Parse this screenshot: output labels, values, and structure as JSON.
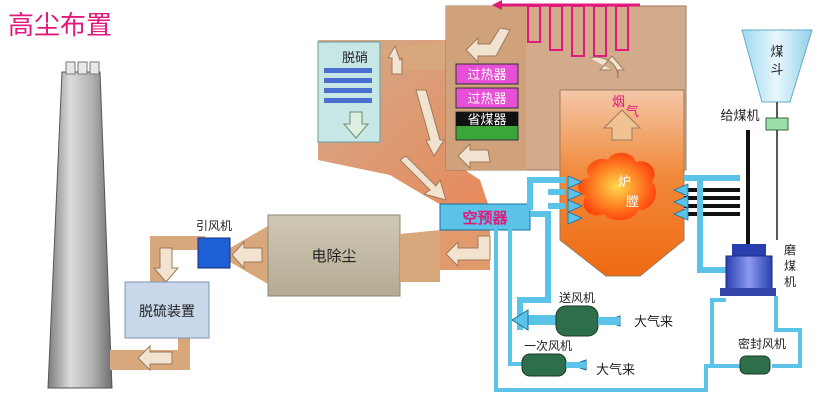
{
  "title": "高尘布置",
  "labels": {
    "denitration": "脱硝",
    "superheater_1": "过热器",
    "superheater_2": "过热器",
    "economizer": "省煤器",
    "flue_gas_1": "烟",
    "flue_gas_2": "气",
    "furnace_1": "炉",
    "furnace_2": "膛",
    "air_preheater": "空预器",
    "esp": "电除尘",
    "id_fan": "引风机",
    "fgd": "脱硫装置",
    "coal_hopper_1": "煤",
    "coal_hopper_2": "斗",
    "coal_feeder": "给煤机",
    "mill_1": "磨",
    "mill_2": "煤",
    "mill_3": "机",
    "fd_fan": "送风机",
    "pa_fan": "一次风机",
    "seal_fan": "密封风机",
    "atmosphere_1": "大气来",
    "atmosphere_2": "大气来"
  },
  "colors": {
    "title": "#e0197d",
    "flue_duct": "#d9a77c",
    "scr_box": "#c6e7e6",
    "esp_body": "#c4bba6",
    "furnace": "#f07a28",
    "air_pipe": "#5cc3e8",
    "superheater": "#e64fd6",
    "economizer": "#3aa53a",
    "fan_blue": "#1f5fd6",
    "fan_green": "#2f6e4a"
  }
}
